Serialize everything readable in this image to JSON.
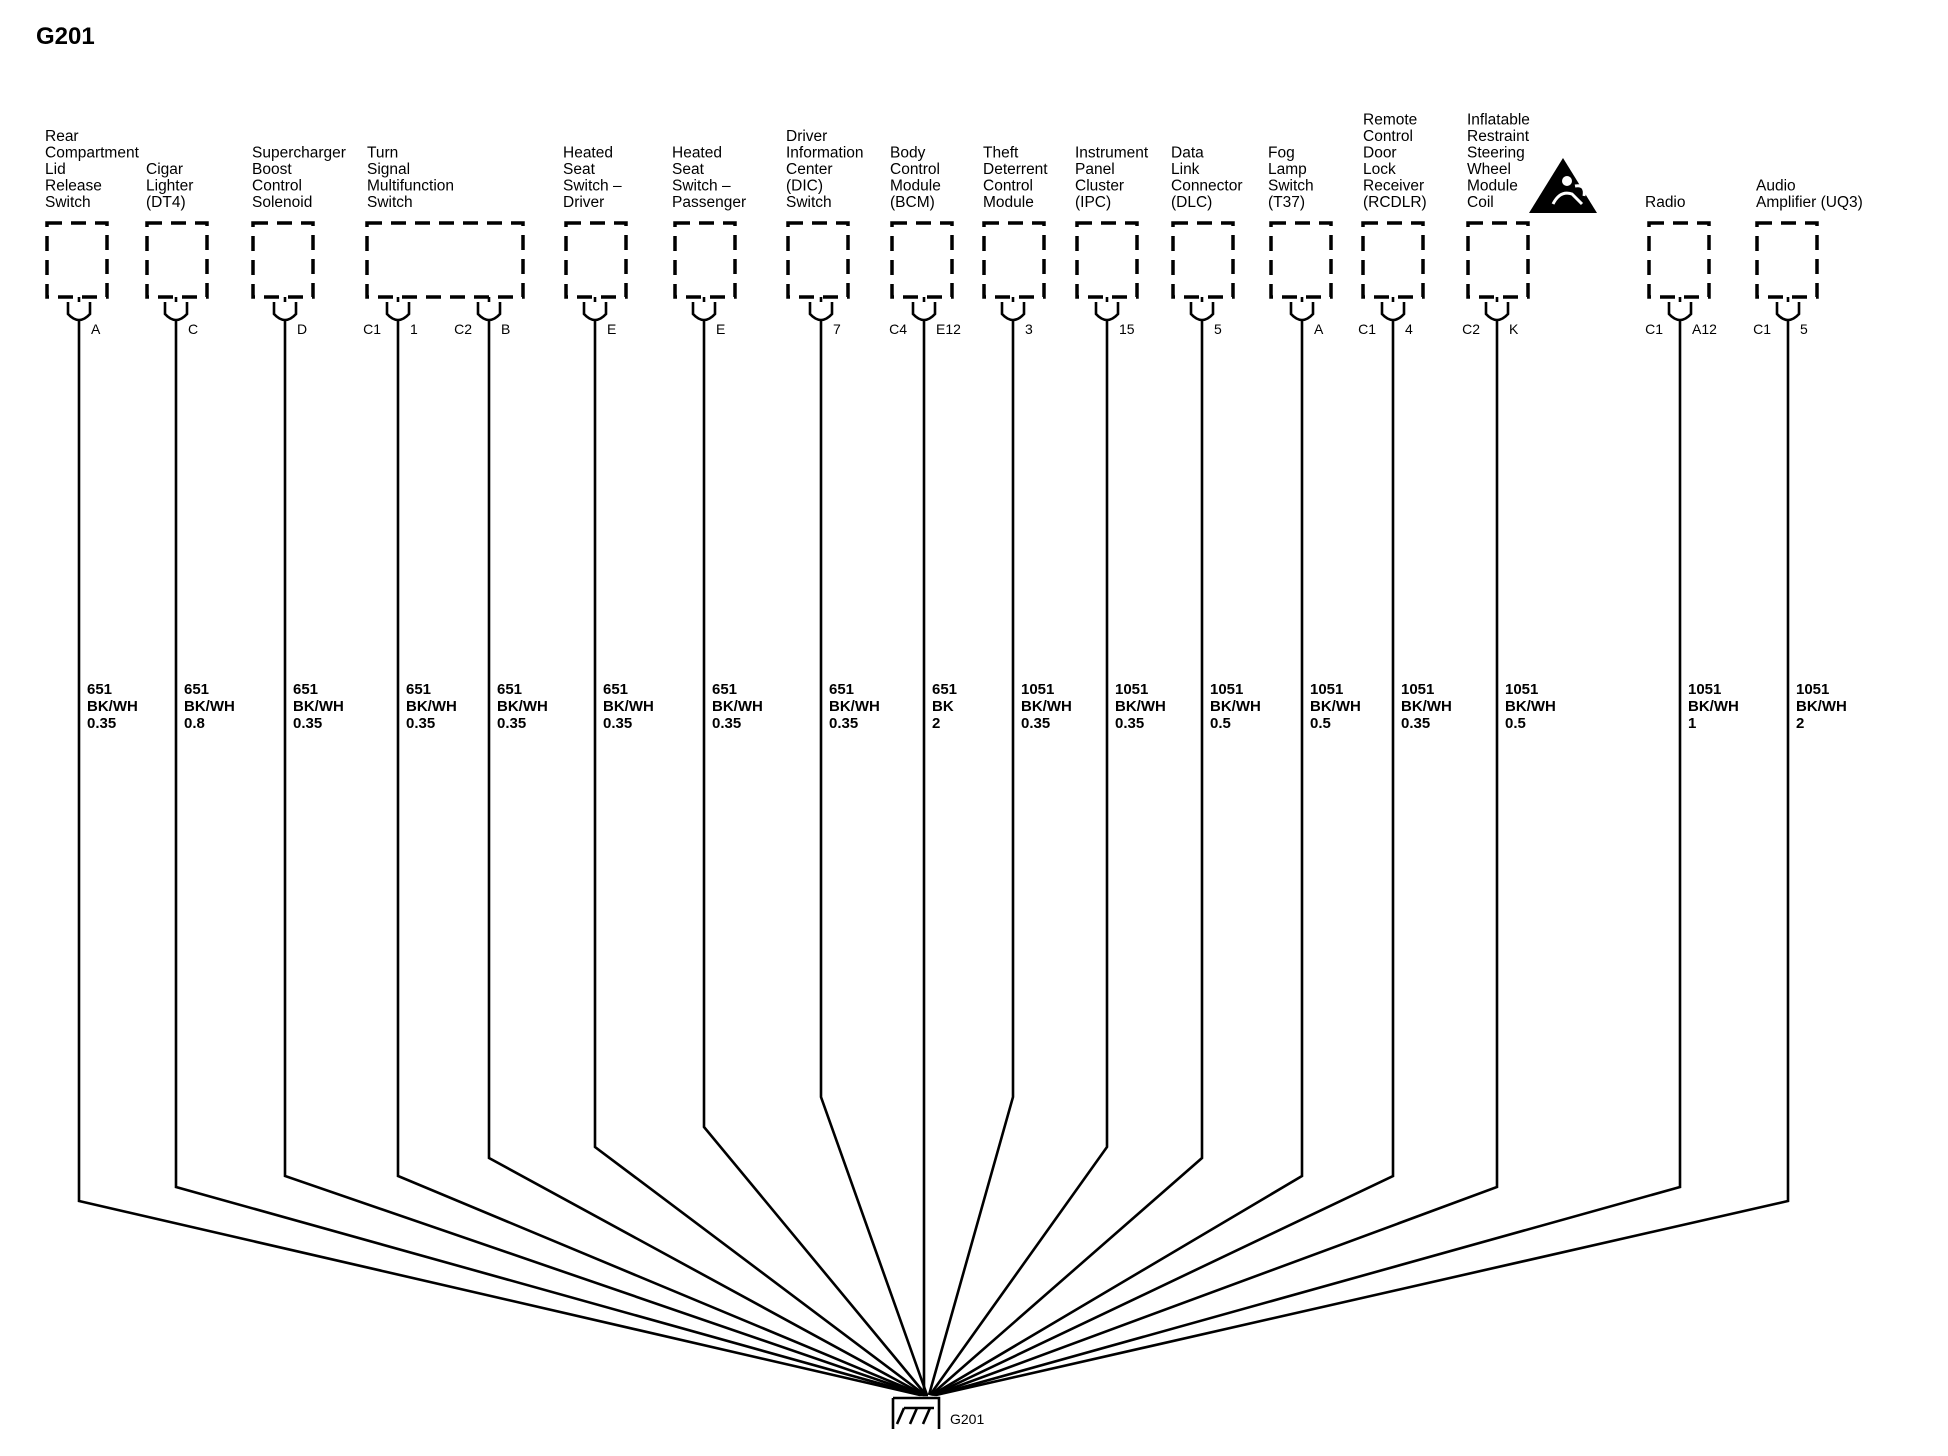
{
  "title": "G201",
  "ground": {
    "label": "G201"
  },
  "components": [
    {
      "id": "rear-compartment-lid-release-switch",
      "label": [
        "Rear",
        "Compartment",
        "Lid",
        "Release",
        "Switch"
      ],
      "connectors": [
        {
          "left": "",
          "right": "A",
          "wire": [
            "651",
            "BK/WH",
            "0.35"
          ]
        }
      ]
    },
    {
      "id": "cigar-lighter",
      "label": [
        "Cigar",
        "Lighter",
        "(DT4)"
      ],
      "connectors": [
        {
          "left": "",
          "right": "C",
          "wire": [
            "651",
            "BK/WH",
            "0.8"
          ]
        }
      ]
    },
    {
      "id": "supercharger-boost-control-solenoid",
      "label": [
        "Supercharger",
        "Boost",
        "Control",
        "Solenoid"
      ],
      "connectors": [
        {
          "left": "",
          "right": "D",
          "wire": [
            "651",
            "BK/WH",
            "0.35"
          ]
        }
      ]
    },
    {
      "id": "turn-signal-multifunction-switch",
      "label": [
        "Turn",
        "Signal",
        "Multifunction",
        "Switch"
      ],
      "connectors": [
        {
          "left": "C1",
          "right": "1",
          "wire": [
            "651",
            "BK/WH",
            "0.35"
          ]
        },
        {
          "left": "C2",
          "right": "B",
          "wire": [
            "651",
            "BK/WH",
            "0.35"
          ]
        }
      ]
    },
    {
      "id": "heated-seat-switch-driver",
      "label": [
        "Heated",
        "Seat",
        "Switch –",
        "Driver"
      ],
      "connectors": [
        {
          "left": "",
          "right": "E",
          "wire": [
            "651",
            "BK/WH",
            "0.35"
          ]
        }
      ]
    },
    {
      "id": "heated-seat-switch-passenger",
      "label": [
        "Heated",
        "Seat",
        "Switch –",
        "Passenger"
      ],
      "connectors": [
        {
          "left": "",
          "right": "E",
          "wire": [
            "651",
            "BK/WH",
            "0.35"
          ]
        }
      ]
    },
    {
      "id": "driver-information-center-switch",
      "label": [
        "Driver",
        "Information",
        "Center",
        "(DIC)",
        "Switch"
      ],
      "connectors": [
        {
          "left": "",
          "right": "7",
          "wire": [
            "651",
            "BK/WH",
            "0.35"
          ]
        }
      ]
    },
    {
      "id": "body-control-module",
      "label": [
        "Body",
        "Control",
        "Module",
        "(BCM)"
      ],
      "connectors": [
        {
          "left": "C4",
          "right": "E12",
          "wire": [
            "651",
            "BK",
            "2"
          ]
        }
      ]
    },
    {
      "id": "theft-deterrent-control-module",
      "label": [
        "Theft",
        "Deterrent",
        "Control",
        "Module"
      ],
      "connectors": [
        {
          "left": "",
          "right": "3",
          "wire": [
            "1051",
            "BK/WH",
            "0.35"
          ]
        }
      ]
    },
    {
      "id": "instrument-panel-cluster",
      "label": [
        "Instrument",
        "Panel",
        "Cluster",
        "(IPC)"
      ],
      "connectors": [
        {
          "left": "",
          "right": "15",
          "wire": [
            "1051",
            "BK/WH",
            "0.35"
          ]
        }
      ]
    },
    {
      "id": "data-link-connector",
      "label": [
        "Data",
        "Link",
        "Connector",
        "(DLC)"
      ],
      "connectors": [
        {
          "left": "",
          "right": "5",
          "wire": [
            "1051",
            "BK/WH",
            "0.5"
          ]
        }
      ]
    },
    {
      "id": "fog-lamp-switch",
      "label": [
        "Fog",
        "Lamp",
        "Switch",
        "(T37)"
      ],
      "connectors": [
        {
          "left": "",
          "right": "A",
          "wire": [
            "1051",
            "BK/WH",
            "0.5"
          ]
        }
      ]
    },
    {
      "id": "remote-control-door-lock-receiver",
      "label": [
        "Remote",
        "Control",
        "Door",
        "Lock",
        "Receiver",
        "(RCDLR)"
      ],
      "connectors": [
        {
          "left": "C1",
          "right": "4",
          "wire": [
            "1051",
            "BK/WH",
            "0.35"
          ]
        }
      ]
    },
    {
      "id": "inflatable-restraint-steering-wheel-module-coil",
      "label": [
        "Inflatable",
        "Restraint",
        "Steering",
        "Wheel",
        "Module",
        "Coil"
      ],
      "icon": "airbag-warning-icon",
      "connectors": [
        {
          "left": "C2",
          "right": "K",
          "wire": [
            "1051",
            "BK/WH",
            "0.5"
          ]
        }
      ]
    },
    {
      "id": "radio",
      "label": [
        "Radio"
      ],
      "connectors": [
        {
          "left": "C1",
          "right": "A12",
          "wire": [
            "1051",
            "BK/WH",
            "1"
          ]
        }
      ]
    },
    {
      "id": "audio-amplifier",
      "label": [
        "Audio",
        "Amplifier (UQ3)"
      ],
      "connectors": [
        {
          "left": "C1",
          "right": "5",
          "wire": [
            "1051",
            "BK/WH",
            "2"
          ]
        }
      ]
    }
  ]
}
